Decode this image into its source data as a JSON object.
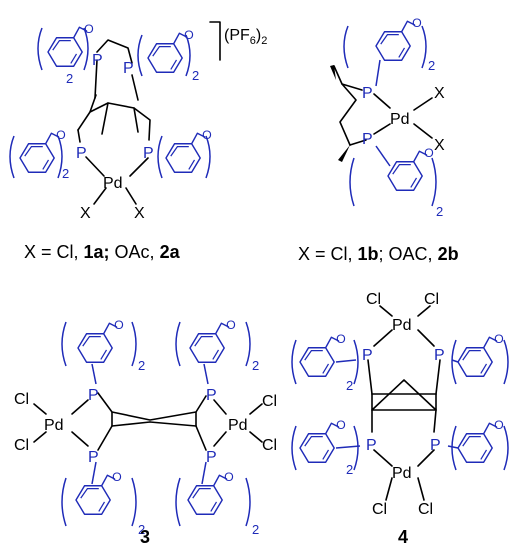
{
  "colors": {
    "ligand": "#1f2bb8",
    "bonds": "#000000",
    "text": "#000000"
  },
  "atoms": {
    "phosphorus": "P",
    "palladium": "Pd",
    "chlorine": "Cl",
    "x": "X",
    "subscript_2": "2"
  },
  "compound_1a_2a": {
    "counterion": "(PF",
    "counterion_sub": "6",
    "counterion_close": ")",
    "counterion_charge": "2",
    "caption_prefix": "X = Cl, ",
    "caption_label_1": "1a;",
    "caption_mid": " OAc, ",
    "caption_label_2": "2a"
  },
  "compound_1b_2b": {
    "caption_prefix": "X = Cl, ",
    "caption_label_1": "1b",
    "caption_mid": "; OAC, ",
    "caption_label_2": "2b"
  },
  "compound_3": {
    "label": "3"
  },
  "compound_4": {
    "label": "4"
  }
}
